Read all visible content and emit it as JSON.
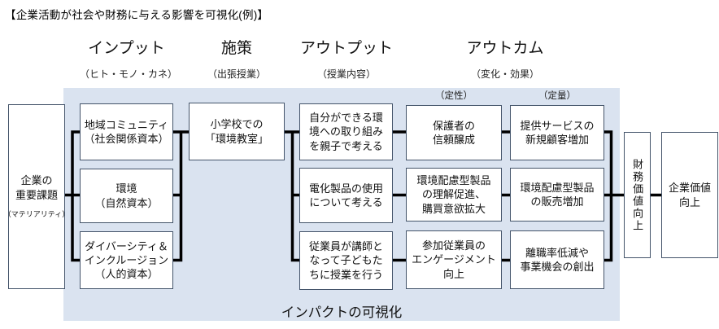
{
  "title": "【企業活動が社会や財務に与える影響を可視化(例)】",
  "columns": [
    {
      "label": "インプット",
      "sub": "（ヒト・モノ・カネ）"
    },
    {
      "label": "施策",
      "sub": "（出張授業）"
    },
    {
      "label": "アウトプット",
      "sub": "（授業内容）"
    },
    {
      "label": "アウトカム",
      "sub": "（変化・効果）"
    }
  ],
  "outcome_subheaders": {
    "qualitative": "（定性）",
    "quantitative": "（定量）"
  },
  "flow": {
    "materiality": {
      "title": "企業の\n重要課題",
      "sub": "（マテリアリティ）"
    },
    "inputs": [
      {
        "text": "地域コミュニティ\n（社会関係資本）"
      },
      {
        "text": "環境\n（自然資本）"
      },
      {
        "text": "ダイバーシティ＆\nインクルージョン\n（人的資本）"
      }
    ],
    "measure": {
      "text": "小学校での\n「環境教室」"
    },
    "outputs": [
      {
        "text": "自分ができる環\n境への取り組み\nを親子で考える"
      },
      {
        "text": "電化製品の使用\nについて考える"
      },
      {
        "text": "従業員が講師と\nなって子どもた\nちに授業を行う"
      }
    ],
    "outcome_qualitative": [
      {
        "text": "保護者の\n信頼醸成"
      },
      {
        "text": "環境配慮型製品\nの理解促進、\n購買意欲拡大"
      },
      {
        "text": "参加従業員の\nエンゲージメント\n向上"
      }
    ],
    "outcome_quantitative": [
      {
        "text": "提供サービスの\n新規顧客増加"
      },
      {
        "text": "環境配慮型製品\nの販売増加"
      },
      {
        "text": "離職率低減や\n事業機会の創出"
      }
    ],
    "financial": {
      "text": "財務価値向上"
    },
    "corporate": {
      "text": "企業価値\n向上"
    }
  },
  "footer": {
    "label": "インパクトの可視化"
  },
  "colors": {
    "panel_background": "#dae3f0",
    "box_border": "#44546a",
    "connector": "#000000",
    "text": "#111111"
  }
}
